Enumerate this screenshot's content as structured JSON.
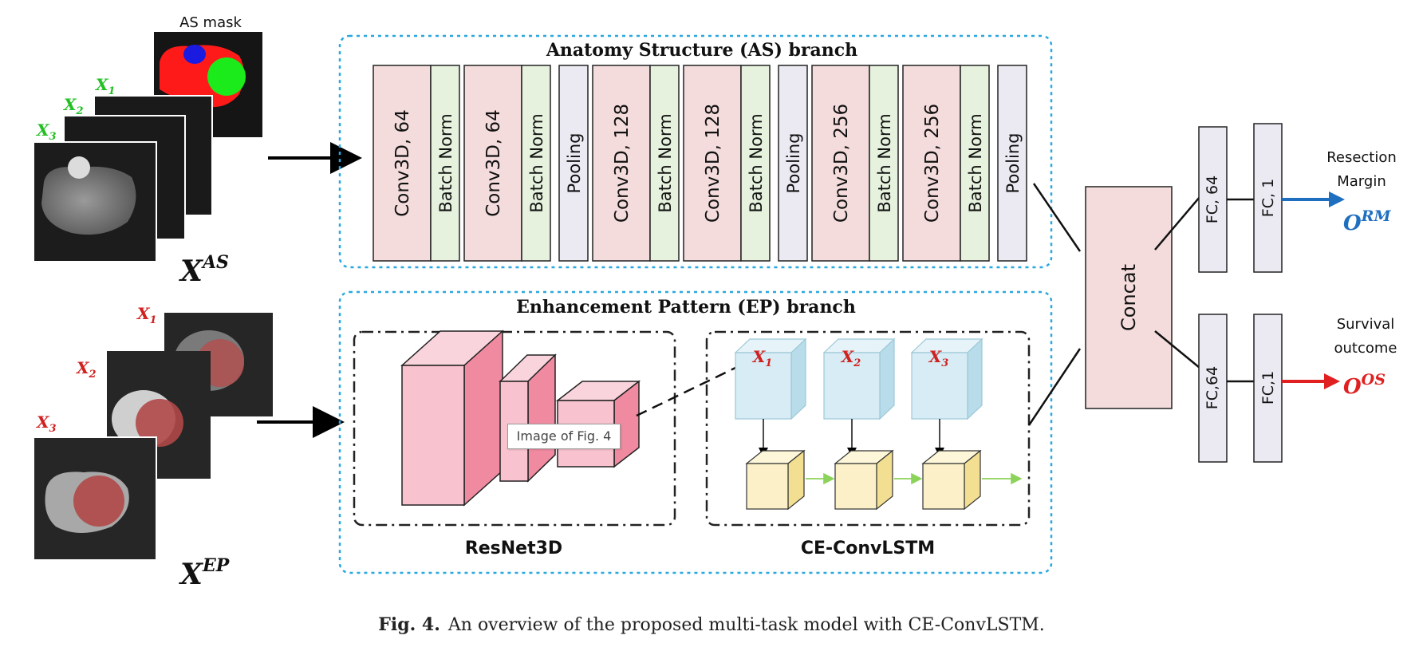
{
  "inputs": {
    "as_mask_label": "AS mask",
    "as_inputs": [
      "X",
      "X",
      "X"
    ],
    "as_input_subs": [
      "1",
      "2",
      "3"
    ],
    "as_output_var": "X",
    "as_output_sup": "AS",
    "ep_inputs": [
      "X",
      "X",
      "X"
    ],
    "ep_input_subs": [
      "1",
      "2",
      "3"
    ],
    "ep_output_var": "X",
    "ep_output_sup": "EP"
  },
  "as_branch": {
    "title": "Anatomy Structure (AS) branch",
    "layers": [
      {
        "label": "Conv3D, 64",
        "kind": "conv"
      },
      {
        "label": "Batch Norm",
        "kind": "bn"
      },
      {
        "label": "Conv3D, 64",
        "kind": "conv"
      },
      {
        "label": "Batch Norm",
        "kind": "bn"
      },
      {
        "label": "Pooling",
        "kind": "pool"
      },
      {
        "label": "Conv3D, 128",
        "kind": "conv"
      },
      {
        "label": "Batch Norm",
        "kind": "bn"
      },
      {
        "label": "Conv3D, 128",
        "kind": "conv"
      },
      {
        "label": "Batch Norm",
        "kind": "bn"
      },
      {
        "label": "Pooling",
        "kind": "pool"
      },
      {
        "label": "Conv3D, 256",
        "kind": "conv"
      },
      {
        "label": "Batch Norm",
        "kind": "bn"
      },
      {
        "label": "Conv3D, 256",
        "kind": "conv"
      },
      {
        "label": "Batch Norm",
        "kind": "bn"
      },
      {
        "label": "Pooling",
        "kind": "pool"
      }
    ]
  },
  "ep_branch": {
    "title": "Enhancement Pattern (EP) branch",
    "resnet_label": "ResNet3D",
    "lstm_label": "CE-ConvLSTM",
    "lstm_inputs": [
      "X",
      "X",
      "X"
    ],
    "lstm_input_subs": [
      "1",
      "2",
      "3"
    ]
  },
  "fusion": {
    "concat_label": "Concat",
    "rm_fc1": "FC, 64",
    "rm_fc2": "FC, 1",
    "os_fc1": "FC,64",
    "os_fc2": "FC,1",
    "rm_output_line1": "Resection",
    "rm_output_line2": "Margin",
    "rm_output_var": "O",
    "rm_output_sup": "RM",
    "os_output_line1": "Survival",
    "os_output_line2": "outcome",
    "os_output_var": "O",
    "os_output_sup": "OS"
  },
  "tooltip": "Image of Fig. 4",
  "caption": {
    "figure_label": "Fig. 4.",
    "text": "An overview of the proposed multi-task model with CE-ConvLSTM."
  },
  "colors": {
    "conv": "#f4dcdc",
    "bn": "#e6f2de",
    "pool": "#ebeaf3",
    "dotted_border": "#29a8e0",
    "rm_blue": "#1f6fc0",
    "os_red": "#e02020",
    "green_label": "#22c022",
    "red_label": "#d02020",
    "resnet_pink": "#f8c3cf",
    "lstm_blue": "#d7ecf4",
    "lstm_yellow": "#fbf0c8"
  }
}
